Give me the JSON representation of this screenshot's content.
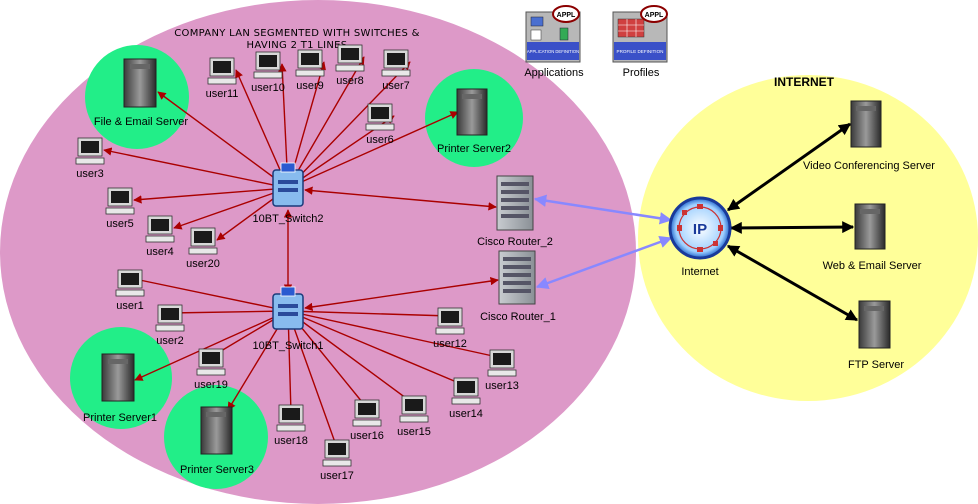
{
  "lan": {
    "title_line1": "COMPANY LAN SEGMENTED WITH SWITCHES &",
    "title_line2": "HAVING 2 T1 LINES"
  },
  "internet": {
    "title": "INTERNET"
  },
  "palette": {
    "applications_label": "Applications",
    "applications_badge": "APPL",
    "applications_caption": "APPLICATION DEFINITION",
    "profiles_label": "Profiles",
    "profiles_badge": "APPL",
    "profiles_caption": "PROFILE DEFINITION"
  },
  "nodes": {
    "file_email_server": "File & Email Server",
    "printer_server2": "Printer Server2",
    "printer_server1": "Printer Server1",
    "printer_server3": "Printer Server3",
    "switch2": "10BT_Switch2",
    "switch1": "10BT_Switch1",
    "router2": "Cisco Router_2",
    "router1": "Cisco Router_1",
    "internet": "Internet",
    "internet_badge": "IP",
    "video_server": "Video Conferencing Server",
    "web_email_server": "Web & Email Server",
    "ftp_server": "FTP Server",
    "user1": "user1",
    "user2": "user2",
    "user3": "user3",
    "user4": "user4",
    "user5": "user5",
    "user6": "user6",
    "user7": "user7",
    "user8": "user8",
    "user9": "user9",
    "user10": "user10",
    "user11": "user11",
    "user12": "user12",
    "user13": "user13",
    "user14": "user14",
    "user15": "user15",
    "user16": "user16",
    "user17": "user17",
    "user18": "user18",
    "user19": "user19",
    "user20": "user20"
  },
  "colors": {
    "lan_zone": "#dd99c8",
    "internet_zone": "#ffff99",
    "server_zone": "#22ee88",
    "lan_link": "#aa0000",
    "router_link": "#8888ff",
    "internet_link": "#000000"
  }
}
